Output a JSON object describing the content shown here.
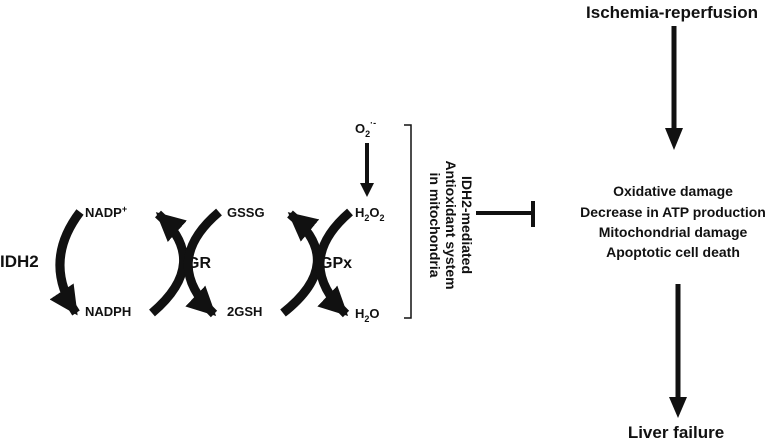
{
  "nodes": {
    "ischemia": "Ischemia-reperfusion",
    "liver_failure": "Liver failure",
    "idh2": "IDH2",
    "gr": "GR",
    "gpx": "GPx",
    "nadp_plus": {
      "base": "NADP",
      "sup": "+"
    },
    "nadph": "NADPH",
    "gssg": "GSSG",
    "two_gsh": "2GSH",
    "superoxide": {
      "base": "O",
      "sub": "2",
      "sup": "·-"
    },
    "h2o2": {
      "base1": "H",
      "sub1": "2",
      "base2": "O",
      "sub2": "2"
    },
    "h2o": {
      "base1": "H",
      "sub1": "2",
      "base2": "O"
    }
  },
  "system_label": {
    "line1": "IDH2-mediated",
    "line2": "Antioxidant system",
    "line3": "in mitochondria"
  },
  "effects": [
    "Oxidative damage",
    "Decrease in ATP production",
    "Mitochondrial damage",
    "Apoptotic cell death"
  ],
  "colors": {
    "ink": "#111111",
    "background": "#ffffff"
  }
}
